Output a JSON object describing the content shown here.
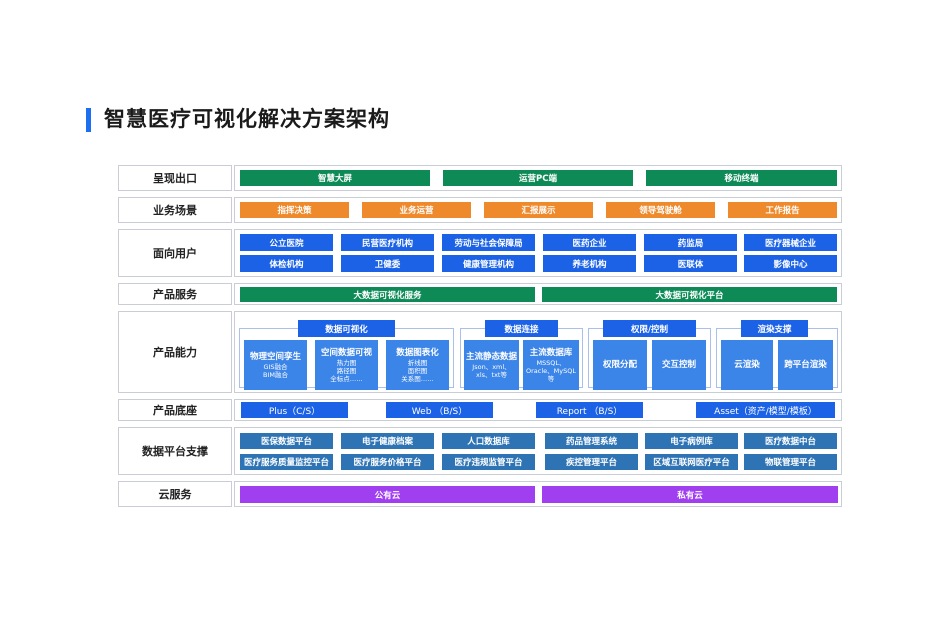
{
  "title": "智慧医疗可视化解决方案架构",
  "rows": {
    "presentation": {
      "label": "呈现出口",
      "items": [
        "智慧大屏",
        "运营PC端",
        "移动终端"
      ]
    },
    "scenario": {
      "label": "业务场景",
      "items": [
        "指挥决策",
        "业务运营",
        "汇报展示",
        "领导驾驶舱",
        "工作报告"
      ]
    },
    "users": {
      "label": "面向用户",
      "row1": [
        "公立医院",
        "民营医疗机构",
        "劳动与社会保障局",
        "医药企业",
        "药监局",
        "医疗器械企业"
      ],
      "row2": [
        "体检机构",
        "卫健委",
        "健康管理机构",
        "养老机构",
        "医联体",
        "影像中心"
      ]
    },
    "service": {
      "label": "产品服务",
      "items": [
        "大数据可视化服务",
        "大数据可视化平台"
      ]
    },
    "capability": {
      "label": "产品能力",
      "groups": [
        {
          "head": "数据可视化",
          "cells": [
            {
              "main": "物理空间孪生",
              "sub": [
                "GIS融合",
                "BIM融合"
              ]
            },
            {
              "main": "空间数据可视",
              "sub": [
                "热力图",
                "路径图",
                "全标点……"
              ]
            },
            {
              "main": "数据图表化",
              "sub": [
                "折线图",
                "面积图",
                "关系图……"
              ]
            }
          ]
        },
        {
          "head": "数据连接",
          "cells": [
            {
              "main": "主流静态数据",
              "sub": [
                "Json、xml、",
                "xls、txt等"
              ]
            },
            {
              "main": "主流数据库",
              "sub": [
                "MSSQL、",
                "Oracle、MySQL",
                "等"
              ]
            }
          ]
        },
        {
          "head": "权限/控制",
          "cells": [
            {
              "main": "权限分配",
              "sub": []
            },
            {
              "main": "交互控制",
              "sub": []
            }
          ]
        },
        {
          "head": "渲染支撑",
          "cells": [
            {
              "main": "云渲染",
              "sub": []
            },
            {
              "main": "跨平台渲染",
              "sub": []
            }
          ]
        }
      ]
    },
    "base": {
      "label": "产品底座",
      "items": [
        "Plus（C/S）",
        "Web （B/S）",
        "Report （B/S）",
        "Asset（资产/模型/模板）"
      ]
    },
    "dataplatform": {
      "label": "数据平台支撑",
      "row1": [
        "医保数据平台",
        "电子健康档案",
        "人口数据库",
        "药品管理系统",
        "电子病例库",
        "医疗数据中台"
      ],
      "row2": [
        "医疗服务质量监控平台",
        "医疗服务价格平台",
        "医疗违规监管平台",
        "疾控管理平台",
        "区域互联网医疗平台",
        "物联管理平台"
      ]
    },
    "cloud": {
      "label": "云服务",
      "items": [
        "公有云",
        "私有云"
      ]
    }
  },
  "colors": {
    "accent": "#1e6ff0",
    "green": "#0e8a57",
    "orange": "#ef8a2c",
    "blue": "#1b62e6",
    "steel": "#2e74b5",
    "purple": "#a03ff0"
  }
}
